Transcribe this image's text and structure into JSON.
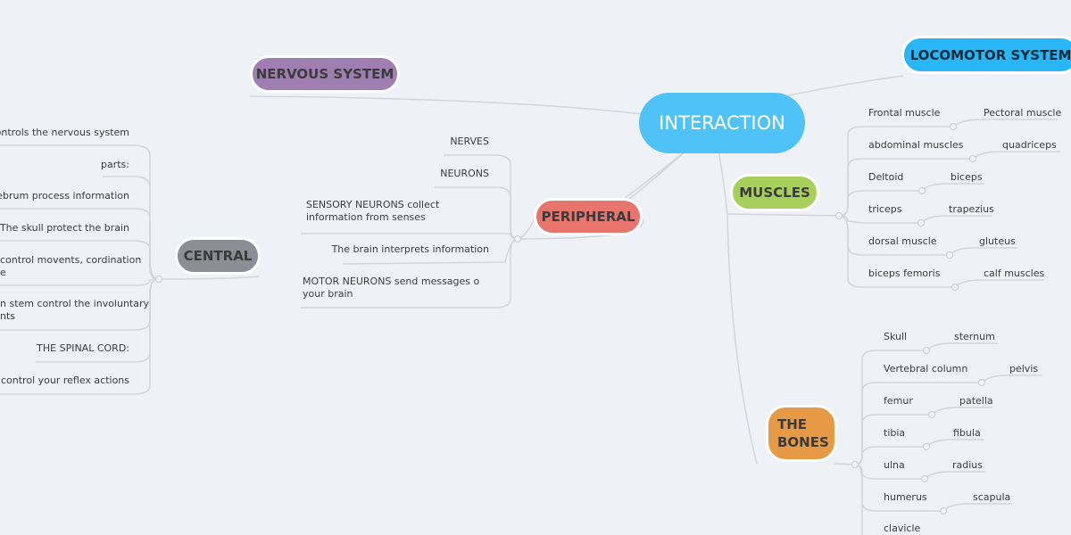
{
  "center": {
    "label": "INTERACTION",
    "color": "#4fc3f7"
  },
  "nervous_system": {
    "label": "NERVOUS SYSTEM",
    "color": "#9f7fb2"
  },
  "locomotor_system": {
    "label": "LOCOMOTOR SYSTEM",
    "color": "#29b6f6"
  },
  "central": {
    "label": "CENTRAL",
    "color": "#8b8f93",
    "items": [
      "n controls the nervous system",
      "parts:",
      "erebrum process information",
      "The skull protect the brain",
      "control movents, cordination",
      "e",
      "n stem control the involuntary",
      "nts",
      "THE SPINAL CORD:",
      "ord control your reflex actions"
    ]
  },
  "peripheral": {
    "label": "PERIPHERAL",
    "color": "#e8756d",
    "items": [
      "NERVES",
      "NEURONS",
      "SENSORY NEURONS collect information from senses",
      "The brain interprets information",
      "MOTOR NEURONS send messages o your brain"
    ]
  },
  "muscles": {
    "label": "MUSCLES",
    "color": "#a6cf5b",
    "pairs": [
      [
        "Frontal muscle",
        "Pectoral muscle"
      ],
      [
        "abdominal muscles",
        "quadriceps"
      ],
      [
        "Deltoid",
        "biceps"
      ],
      [
        "triceps",
        "trapezius"
      ],
      [
        "dorsal muscle",
        "gluteus"
      ],
      [
        "biceps femoris",
        "calf muscles"
      ]
    ]
  },
  "bones": {
    "label_line1": "THE",
    "label_line2": "BONES",
    "color": "#e79a45",
    "pairs": [
      [
        "Skull",
        "sternum"
      ],
      [
        "Vertebral column",
        "pelvis"
      ],
      [
        "femur",
        "patella"
      ],
      [
        "tibia",
        "fibula"
      ],
      [
        "ulna",
        "radius"
      ],
      [
        "humerus",
        "scapula"
      ],
      [
        "clavicle",
        ""
      ]
    ]
  }
}
